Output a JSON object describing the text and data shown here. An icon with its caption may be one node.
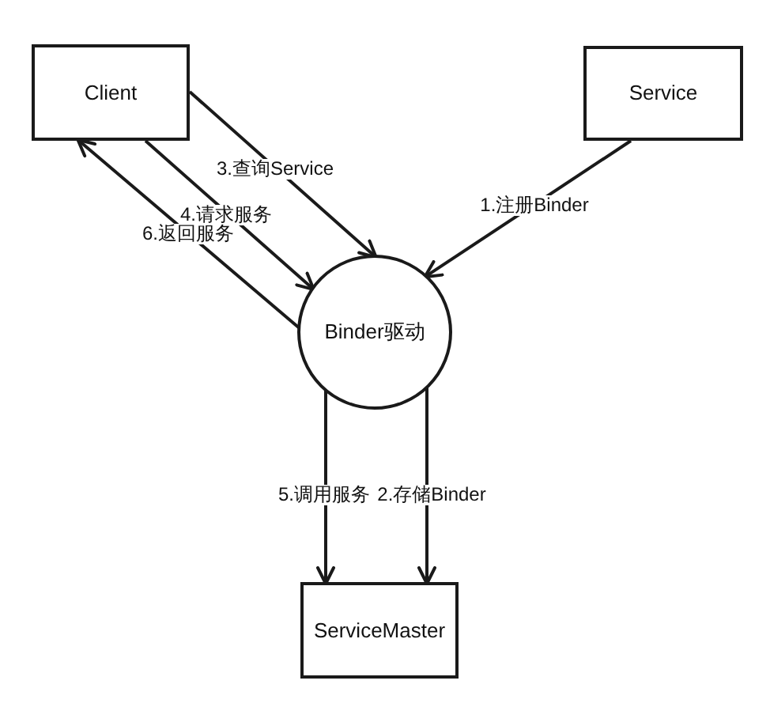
{
  "diagram": {
    "nodes": [
      {
        "text": [
          "Client"
        ]
      },
      {
        "text": [
          "Service"
        ]
      },
      {
        "text": [
          "Binder驱动"
        ]
      },
      {
        "text": [
          "ServiceMaster"
        ]
      }
    ],
    "edges": [
      {
        "from": 1,
        "to": 2,
        "arrow": "to",
        "label": "1.注册Binder"
      },
      {
        "from": 2,
        "to": 3,
        "arrow": "to",
        "label": "2.存储Binder"
      },
      {
        "from": 0,
        "to": 2,
        "arrow": "to",
        "label": "3.查询Service"
      },
      {
        "from": 0,
        "to": 2,
        "arrow": "to",
        "label": "4.请求服务"
      },
      {
        "from": 2,
        "to": 3,
        "arrow": "to",
        "label": "5.调用服务"
      },
      {
        "from": 2,
        "to": 0,
        "arrow": "to",
        "label": "6.返回服务"
      }
    ]
  }
}
